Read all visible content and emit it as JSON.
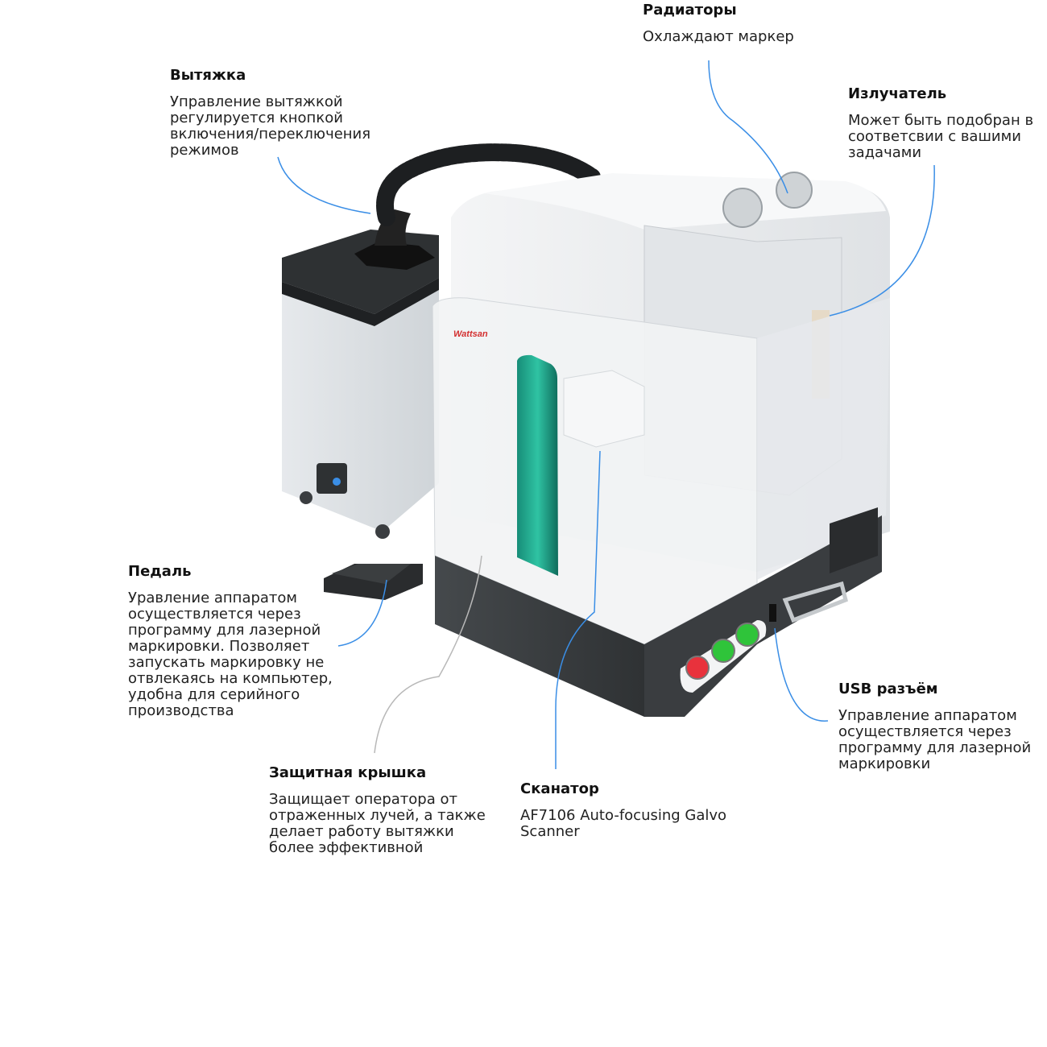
{
  "brand": {
    "logo_text": "Wattsan"
  },
  "callouts": {
    "radiators": {
      "title": "Радиаторы",
      "desc": "Охлаждают маркер"
    },
    "extraction": {
      "title": "Вытяжка",
      "desc": "Управление вытяжкой регулируется кнопкой включения/переключения режимов"
    },
    "emitter": {
      "title": "Излучатель",
      "desc": "Может быть подобран в соответсвии с вашими задачами"
    },
    "pedal": {
      "title": "Педаль",
      "desc": "Уравление аппаратом осуществляется через программу для лазерной маркировки. Позволяет запускать маркировку не отвлекаясь на компьютер, удобна для серийного производства"
    },
    "usb": {
      "title": "USB разъём",
      "desc": "Управление аппаратом осуществляется через программу для лазерной маркировки"
    },
    "cover": {
      "title": "Защитная крышка",
      "desc": "Защищает оператора от отраженных лучей, а также делает работу вытяжки более эффективной"
    },
    "scanner": {
      "title": "Сканатор",
      "desc": "AF7106 Auto-focusing Galvo Scanner"
    }
  },
  "colors": {
    "leader_line": "#3a8ee6",
    "leader_line_gray": "#b8b8b8",
    "body_light": "#eef0f2",
    "base_dark": "#3e4245",
    "window_green": "#1fa38a",
    "button_red": "#e8323c",
    "button_green": "#2fc43a"
  }
}
